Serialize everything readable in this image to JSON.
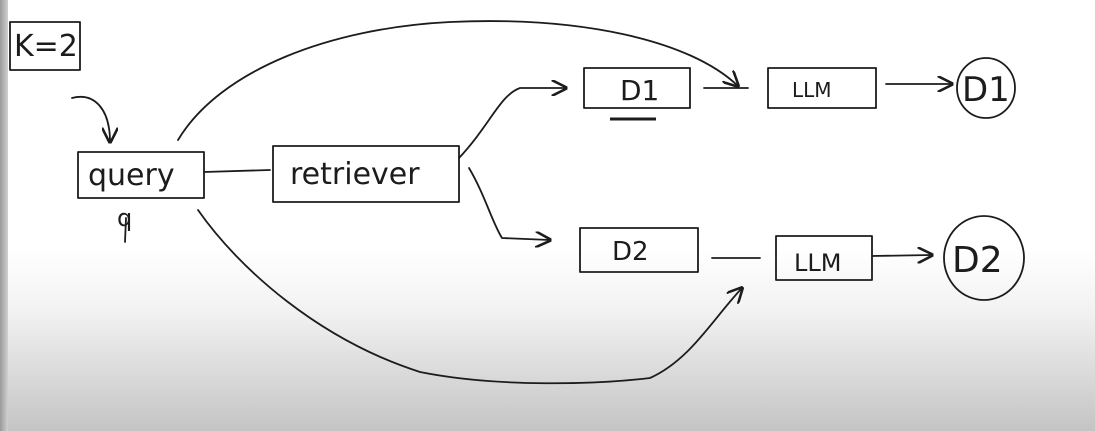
{
  "diagram": {
    "k_label": "K=2",
    "query_label": "query",
    "query_var": "q",
    "retriever_label": "retriever",
    "doc1_label": "D1",
    "doc2_label": "D2",
    "llm1_label": "LLM",
    "llm2_label": "LLM",
    "out1_label": "D1",
    "out2_label": "D2"
  },
  "colors": {
    "ink": "#1c1c1c",
    "background": "#ffffff"
  }
}
